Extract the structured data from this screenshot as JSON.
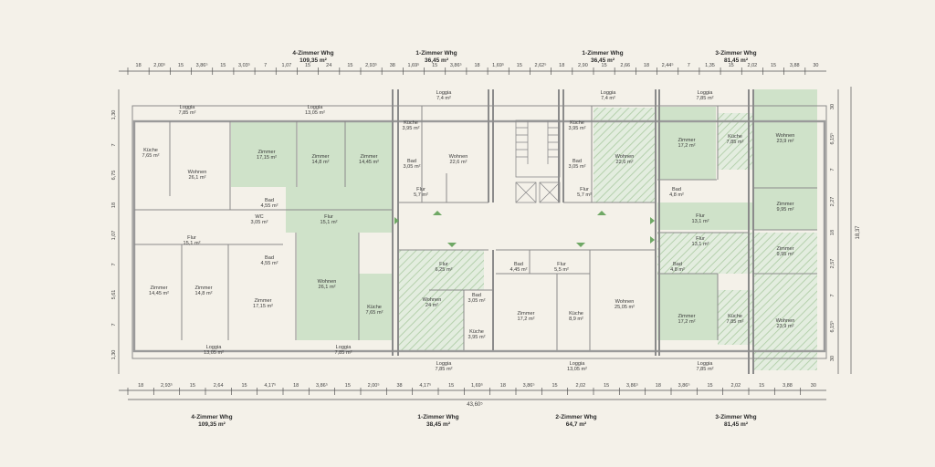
{
  "colors": {
    "background": "#f4f1e9",
    "green_fill": "#cfe2c9",
    "hatch": "#b6d1ae",
    "wall": "#8b8b8b",
    "dim_line": "#555555"
  },
  "units_top": [
    {
      "name": "4-Zimmer Whg",
      "area": "109,35 m²"
    },
    {
      "name": "1-Zimmer Whg",
      "area": "36,45 m²"
    },
    {
      "name": "1-Zimmer Whg",
      "area": "36,45 m²"
    },
    {
      "name": "3-Zimmer Whg",
      "area": "81,45 m²"
    }
  ],
  "units_bottom": [
    {
      "name": "4-Zimmer Whg",
      "area": "109,35 m²"
    },
    {
      "name": "1-Zimmer Whg",
      "area": "38,45 m²"
    },
    {
      "name": "2-Zimmer Whg",
      "area": "64,7 m²"
    },
    {
      "name": "3-Zimmer Whg",
      "area": "81,45 m²"
    }
  ],
  "dims_top": [
    "18",
    "2,00⁵",
    "15",
    "3,86⁵",
    "15",
    "3,03⁵",
    "7",
    "1,07",
    "15",
    "24",
    "15",
    "2,93⁵",
    "38",
    "1,69⁵",
    "15",
    "3,86⁵",
    "18",
    "1,69⁵",
    "15",
    "2,62⁵",
    "18",
    "2,90",
    "15",
    "2,66",
    "18",
    "2,44⁵",
    "7",
    "1,35",
    "15",
    "2,02",
    "15",
    "3,88",
    "30"
  ],
  "dims_bottom": [
    "18",
    "2,93⁵",
    "15",
    "2,64",
    "15",
    "4,17⁵",
    "18",
    "3,86⁵",
    "15",
    "2,00⁵",
    "38",
    "4,17⁵",
    "15",
    "1,69⁵",
    "18",
    "3,86⁵",
    "15",
    "2,02",
    "15",
    "3,86⁵",
    "18",
    "3,86⁵",
    "15",
    "2,02",
    "15",
    "3,88",
    "30"
  ],
  "total_width": "43,60⁵",
  "dims_left": [
    "1,30",
    "7",
    "6,75",
    "18",
    "1,07",
    "7",
    "5,61",
    "7",
    "1,30"
  ],
  "dims_right": [
    "30",
    "6,15⁵",
    "7",
    "2,27",
    "18",
    "2,57",
    "7",
    "6,15⁵",
    "30"
  ],
  "total_height": "18,37",
  "rooms": [
    {
      "name": "Loggia",
      "area": "7,85 m²"
    },
    {
      "name": "Loggia",
      "area": "13,05 m²"
    },
    {
      "name": "Loggia",
      "area": "7,4 m²"
    },
    {
      "name": "Loggia",
      "area": "7,4 m²"
    },
    {
      "name": "Loggia",
      "area": "7,85 m²"
    },
    {
      "name": "Küche",
      "area": "7,65 m²"
    },
    {
      "name": "Wohnen",
      "area": "26,1 m²"
    },
    {
      "name": "Zimmer",
      "area": "17,15 m²"
    },
    {
      "name": "Zimmer",
      "area": "14,8 m²"
    },
    {
      "name": "Zimmer",
      "area": "14,45 m²"
    },
    {
      "name": "Küche",
      "area": "3,95 m²"
    },
    {
      "name": "Wohnen",
      "area": "22,6 m²"
    },
    {
      "name": "Küche",
      "area": "3,95 m²"
    },
    {
      "name": "Wohnen",
      "area": "22,6 m²"
    },
    {
      "name": "Zimmer",
      "area": "17,2 m²"
    },
    {
      "name": "Küche",
      "area": "7,85 m²"
    },
    {
      "name": "Wohnen",
      "area": "23,9 m²"
    },
    {
      "name": "Bad",
      "area": "3,05 m²"
    },
    {
      "name": "Bad",
      "area": "3,05 m²"
    },
    {
      "name": "Bad",
      "area": "4,55 m²"
    },
    {
      "name": "WC",
      "area": "3,05 m²"
    },
    {
      "name": "Flur",
      "area": "5,7 m²"
    },
    {
      "name": "Flur",
      "area": "5,7 m²"
    },
    {
      "name": "Bad",
      "area": "4,8 m²"
    },
    {
      "name": "Zimmer",
      "area": "9,95 m²"
    },
    {
      "name": "Flur",
      "area": "15,1 m²"
    },
    {
      "name": "Flur",
      "area": "15,1 m²"
    },
    {
      "name": "Flur",
      "area": "13,1 m²"
    },
    {
      "name": "Flur",
      "area": "13,1 m²"
    },
    {
      "name": "Zimmer",
      "area": "9,95 m²"
    },
    {
      "name": "Bad",
      "area": "4,55 m²"
    },
    {
      "name": "Flur",
      "area": "6,25 m²"
    },
    {
      "name": "Bad",
      "area": "4,45 m²"
    },
    {
      "name": "Flur",
      "area": "5,5 m²"
    },
    {
      "name": "Bad",
      "area": "4,8 m²"
    },
    {
      "name": "Zimmer",
      "area": "14,45 m²"
    },
    {
      "name": "Zimmer",
      "area": "14,8 m²"
    },
    {
      "name": "Zimmer",
      "area": "17,15 m²"
    },
    {
      "name": "Wohnen",
      "area": "26,1 m²"
    },
    {
      "name": "Küche",
      "area": "7,65 m²"
    },
    {
      "name": "Wohnen",
      "area": "24 m²"
    },
    {
      "name": "Bad",
      "area": "3,05 m²"
    },
    {
      "name": "Küche",
      "area": "3,95 m²"
    },
    {
      "name": "Zimmer",
      "area": "17,2 m²"
    },
    {
      "name": "Küche",
      "area": "8,9 m²"
    },
    {
      "name": "Wohnen",
      "area": "25,05 m²"
    },
    {
      "name": "Zimmer",
      "area": "17,2 m²"
    },
    {
      "name": "Küche",
      "area": "7,85 m²"
    },
    {
      "name": "Wohnen",
      "area": "23,9 m²"
    },
    {
      "name": "Loggia",
      "area": "13,05 m²"
    },
    {
      "name": "Loggia",
      "area": "7,85 m²"
    },
    {
      "name": "Loggia",
      "area": "7,85 m²"
    },
    {
      "name": "Loggia",
      "area": "13,05 m²"
    },
    {
      "name": "Loggia",
      "area": "7,85 m²"
    }
  ]
}
